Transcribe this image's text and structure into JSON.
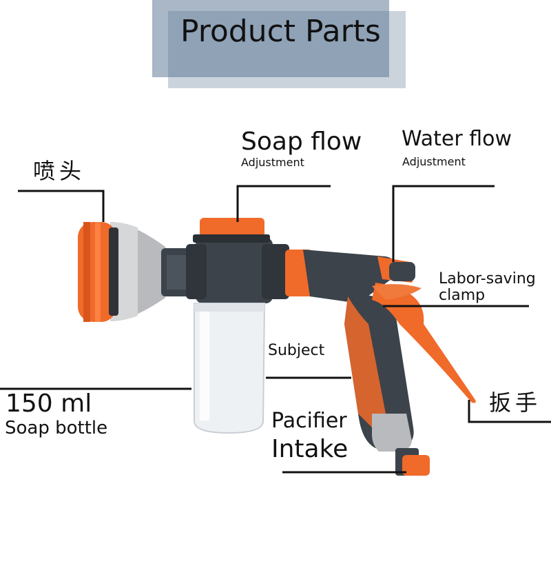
{
  "title": "Product Parts",
  "labels": {
    "nozzle": "喷头",
    "soap_flow": "Soap flow",
    "soap_flow_sub": "Adjustment",
    "water_flow": "Water flow",
    "water_flow_sub": "Adjustment",
    "labor_saving_1": "Labor-saving",
    "labor_saving_2": "clamp",
    "subject": "Subject",
    "bottle_capacity": "150 ml",
    "bottle_name": "Soap bottle",
    "pacifier": "Pacifier",
    "intake": "Intake",
    "trigger": "扳手"
  },
  "colors": {
    "orange": "#f06a2a",
    "dark_gray": "#3c434b",
    "light_gray": "#b8babd",
    "title_box": "#8fa2b6"
  }
}
